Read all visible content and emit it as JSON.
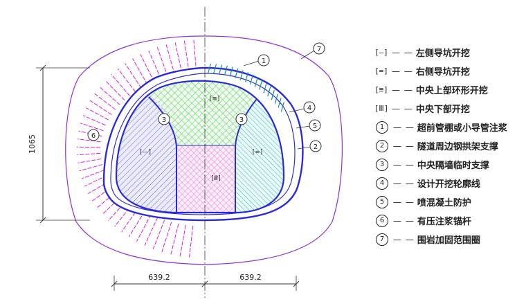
{
  "diagram": {
    "dimension_vertical": "1065",
    "dimension_left": "639.2",
    "dimension_right": "639.2",
    "zone_labels": {
      "left_pilot": "[—]",
      "right_pilot": "[=]",
      "upper_ring": "[≡]",
      "lower_core": "[Ⅲ]"
    },
    "callouts": [
      "1",
      "2",
      "3",
      "3",
      "4",
      "5",
      "6",
      "7"
    ]
  },
  "legend": [
    {
      "symbol": "[—]",
      "kind": "box",
      "text": "左侧导坑开挖"
    },
    {
      "symbol": "[=]",
      "kind": "box",
      "text": "右侧导坑开挖"
    },
    {
      "symbol": "[≡]",
      "kind": "box",
      "text": "中央上部环形开挖"
    },
    {
      "symbol": "[Ⅲ]",
      "kind": "box",
      "text": "中央下部开挖"
    },
    {
      "symbol": "1",
      "kind": "circle",
      "text": "超前管棚或小导管注浆"
    },
    {
      "symbol": "2",
      "kind": "circle",
      "text": "隧道周边钢拱架支撑"
    },
    {
      "symbol": "3",
      "kind": "circle",
      "text": "中央隔墙临时支撑"
    },
    {
      "symbol": "4",
      "kind": "circle",
      "text": "设计开挖轮廓线"
    },
    {
      "symbol": "5",
      "kind": "circle",
      "text": "喷混凝土防护"
    },
    {
      "symbol": "6",
      "kind": "circle",
      "text": "有压注浆锚杆"
    },
    {
      "symbol": "7",
      "kind": "circle",
      "text": "围岩加固范围圈"
    }
  ],
  "colors": {
    "outline_blue": "#2b2bd6",
    "bolt_magenta": "#e000e0",
    "left_hatch": "#6a6ac8",
    "upper_hatch": "#20c020",
    "right_hatch": "#10b0a8",
    "lower_hatch": "#e060d0",
    "pipe_teal": "#108fa0"
  }
}
